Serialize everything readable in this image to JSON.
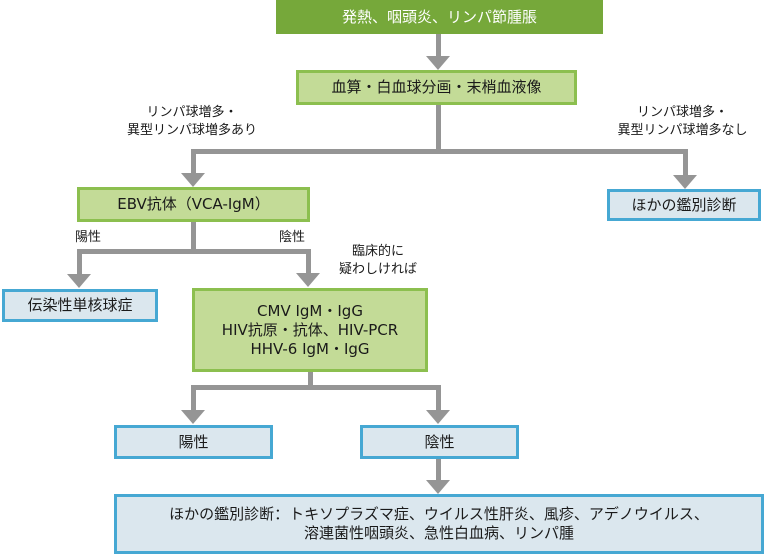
{
  "nodes": {
    "symptoms": "発熱、咽頭炎、リンパ節腫脹",
    "blood_test": "血算・白血球分画・末梢血液像",
    "ebv_test": "EBV抗体（VCA-IgM）",
    "other_dx_right": "ほかの鑑別診断",
    "mononucleosis": "伝染性単核球症",
    "additional_tests": [
      "CMV IgM・IgG",
      "HIV抗原・抗体、HIV-PCR",
      "HHV-6 IgM・IgG"
    ],
    "positive": "陽性",
    "negative": "陰性",
    "other_dx_bottom": [
      "ほかの鑑別診断：トキソプラズマ症、ウイルス性肝炎、風疹、アデノウイルス、",
      "溶連菌性咽頭炎、急性白血病、リンパ腫"
    ]
  },
  "edge_labels": {
    "lympho_yes": [
      "リンパ球増多・",
      "異型リンパ球増多あり"
    ],
    "lympho_no": [
      "リンパ球増多・",
      "異型リンパ球増多なし"
    ],
    "ebv_positive": "陽性",
    "ebv_negative": "陰性",
    "clinical_suspicion": [
      "臨床的に",
      "疑わしければ"
    ]
  },
  "colors": {
    "top_box": "#76a83a",
    "green_box_fill": "#c3db97",
    "green_box_border": "#8cbf4f",
    "blue_box_fill": "#dbe7ee",
    "blue_box_border": "#46a8d3",
    "connector": "#959595"
  }
}
